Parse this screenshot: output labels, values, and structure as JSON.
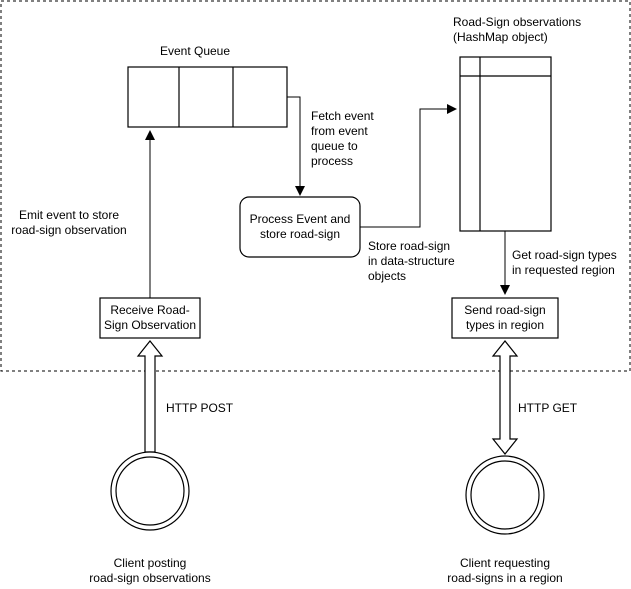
{
  "labels": {
    "event_queue": "Event Queue",
    "hashmap_title_1": "Road-Sign observations",
    "hashmap_title_2": "(HashMap object)",
    "fetch_1": "Fetch event",
    "fetch_2": "from event",
    "fetch_3": "queue to",
    "fetch_4": "process",
    "process_1": "Process Event and",
    "process_2": "store road-sign",
    "emit_1": "Emit event to store",
    "emit_2": "road-sign observation",
    "store_1": "Store road-sign",
    "store_2": "in data-structure",
    "store_3": "objects",
    "get_1": "Get road-sign types",
    "get_2": "in requested region",
    "receive_1": "Receive Road-",
    "receive_2": "Sign Observation",
    "send_1": "Send road-sign",
    "send_2": "types in region",
    "http_post": "HTTP POST",
    "http_get": "HTTP GET",
    "client_post_1": "Client posting",
    "client_post_2": "road-sign observations",
    "client_get_1": "Client requesting",
    "client_get_2": "road-signs in a region"
  },
  "colors": {
    "stroke": "#000000",
    "fill": "#ffffff",
    "text": "#000000"
  }
}
